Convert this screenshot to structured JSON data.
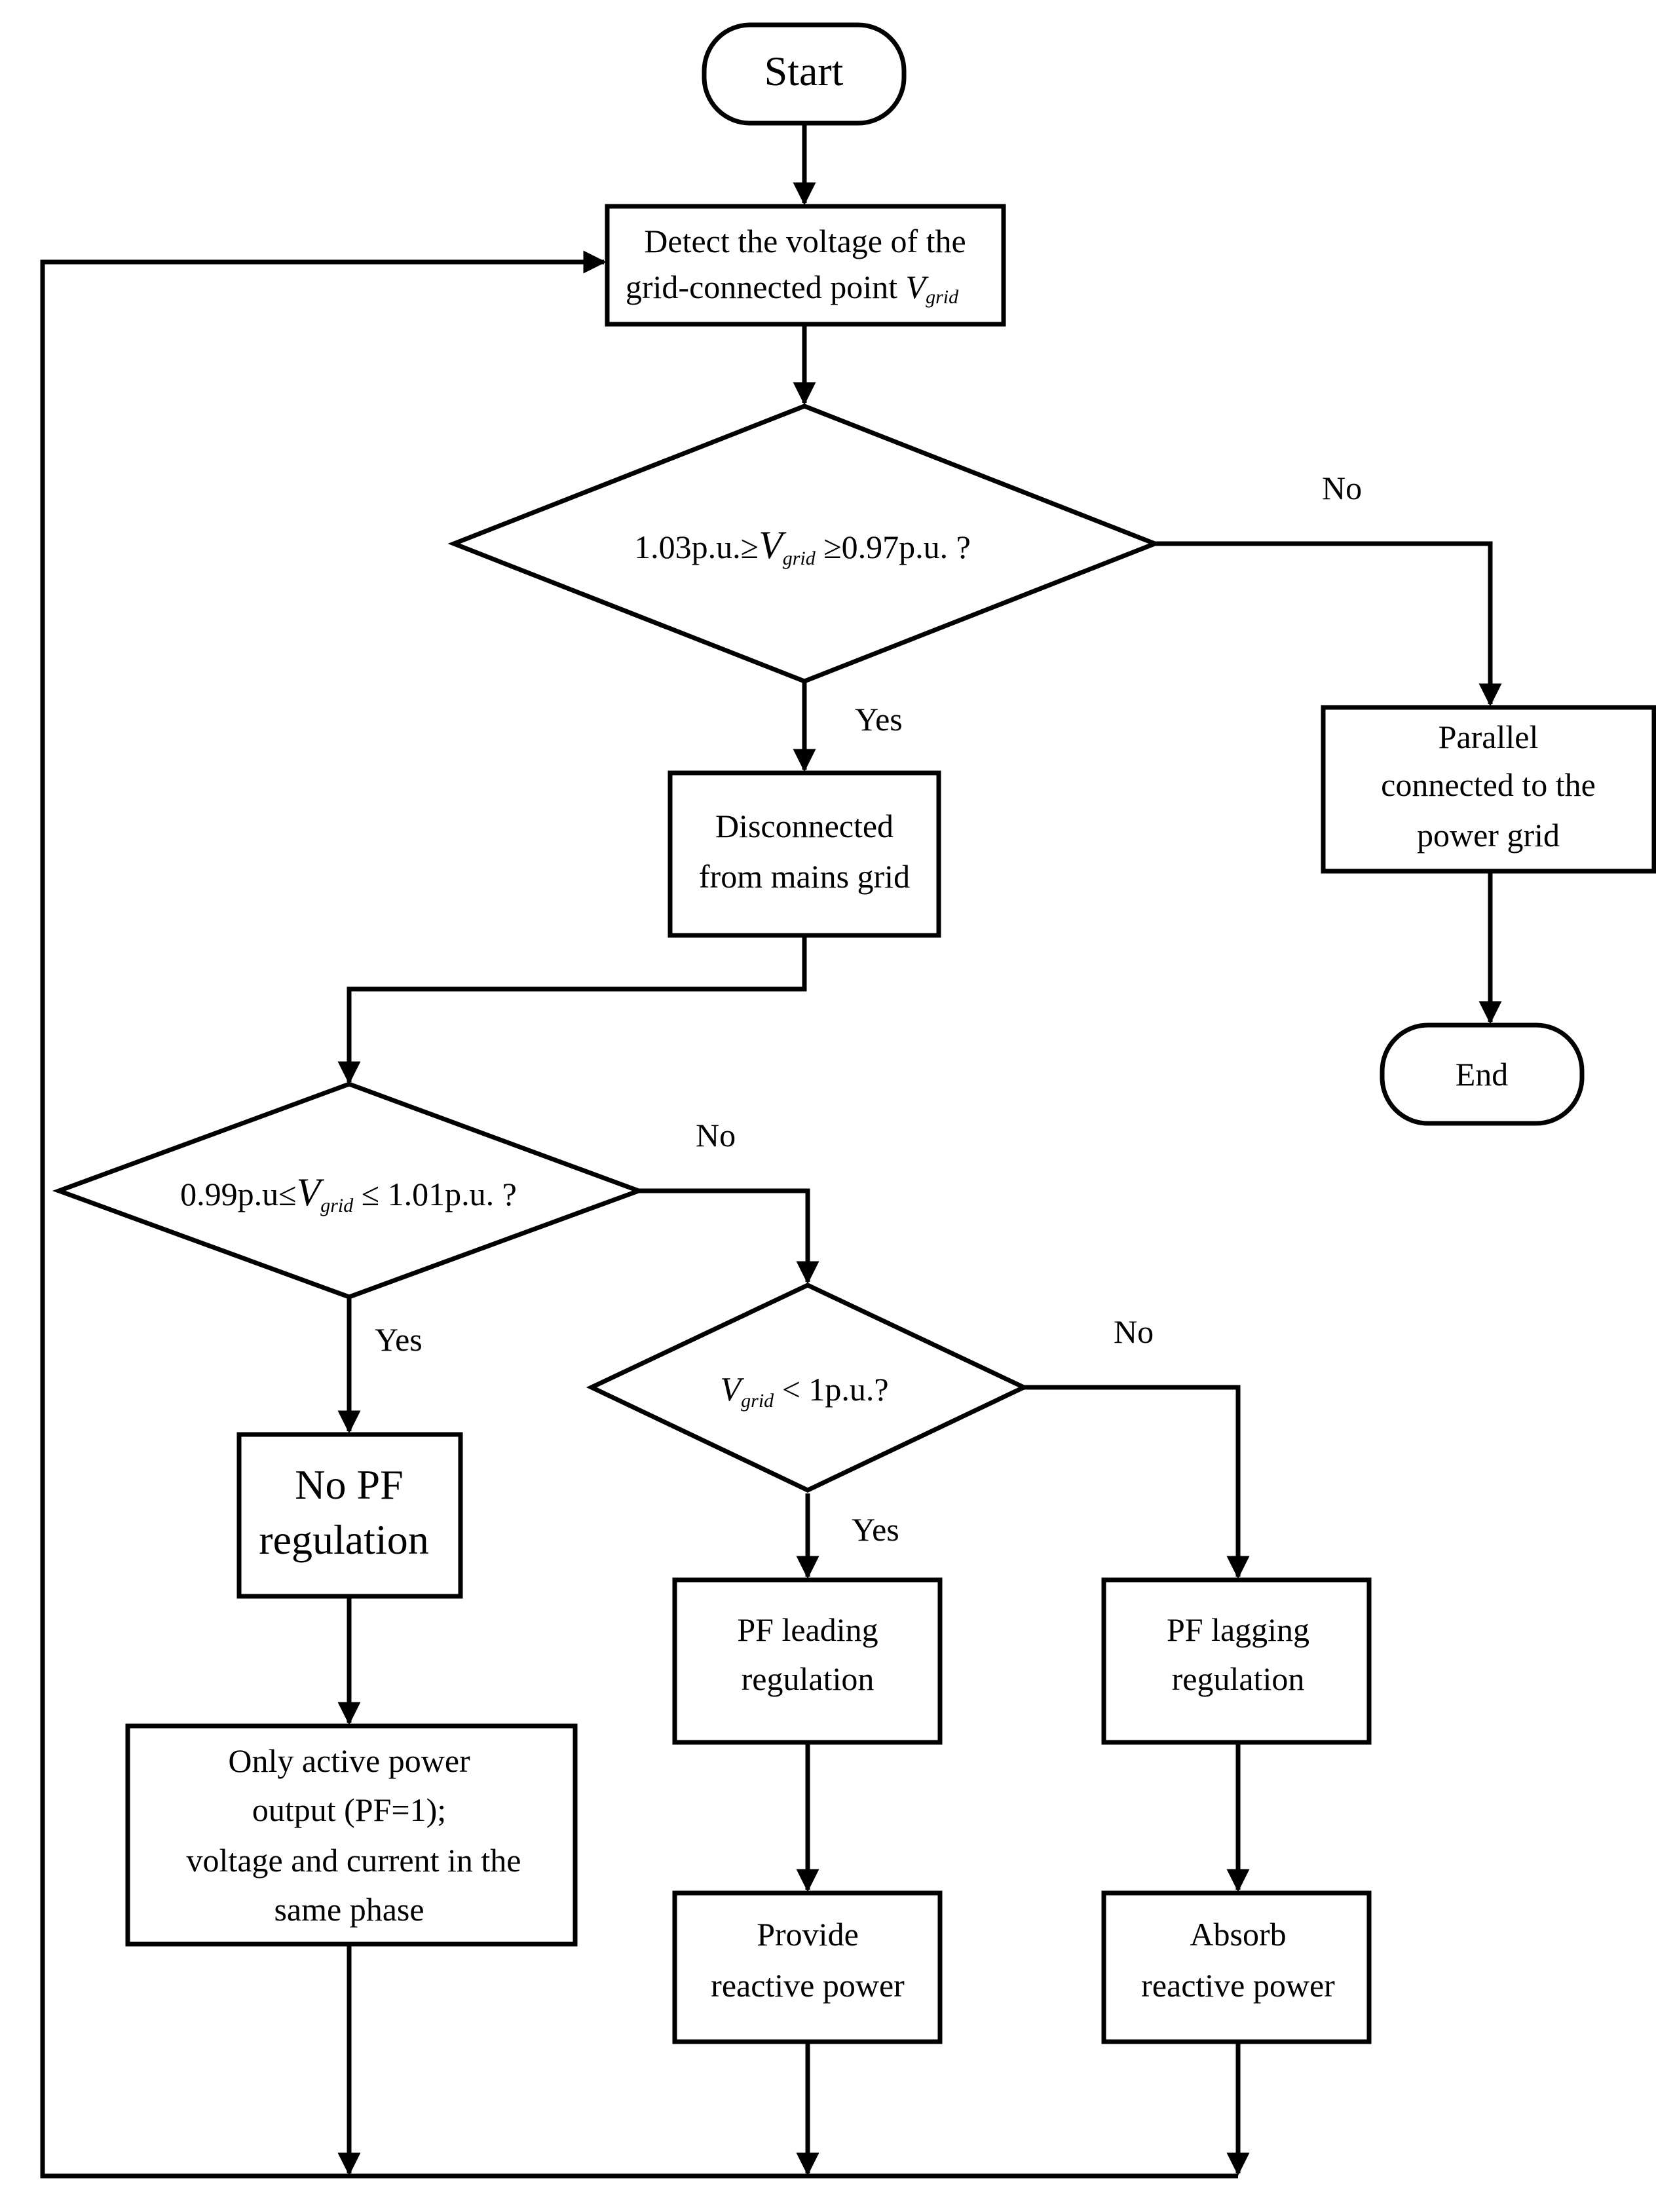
{
  "diagram": {
    "start": "Start",
    "detect": {
      "line1": "Detect the voltage of the",
      "line2": "grid-connected point ",
      "var": "V",
      "var_sub": "grid"
    },
    "decision1": {
      "pre": "1.03p.u.≥",
      "var": "V",
      "var_sub": "grid",
      "post": " ≥0.97p.u. ?",
      "no_label": "No",
      "yes_label": "Yes"
    },
    "parallel": {
      "line1": "Parallel",
      "line2": "connected to the",
      "line3": "power grid"
    },
    "end": "End",
    "disconnected": {
      "line1": "Disconnected",
      "line2": "from mains grid"
    },
    "decision2": {
      "pre": "0.99p.u≤",
      "var": "V",
      "var_sub": "grid",
      "post": " ≤ 1.01p.u. ?",
      "no_label": "No",
      "yes_label": "Yes"
    },
    "no_pf": {
      "line1": "No PF",
      "line2": "regulation"
    },
    "active_power": {
      "line1": "Only active power",
      "line2": "output (PF=1);",
      "line3": "voltage and current in the",
      "line4": "same phase"
    },
    "decision3": {
      "var": "V",
      "var_sub": "grid",
      "post": " < 1p.u.?",
      "no_label": "No",
      "yes_label": "Yes"
    },
    "pf_leading": {
      "line1": "PF leading",
      "line2": "regulation"
    },
    "pf_lagging": {
      "line1": "PF lagging",
      "line2": "regulation"
    },
    "provide": {
      "line1": "Provide",
      "line2": "reactive power"
    },
    "absorb": {
      "line1": "Absorb",
      "line2": "reactive power"
    }
  }
}
